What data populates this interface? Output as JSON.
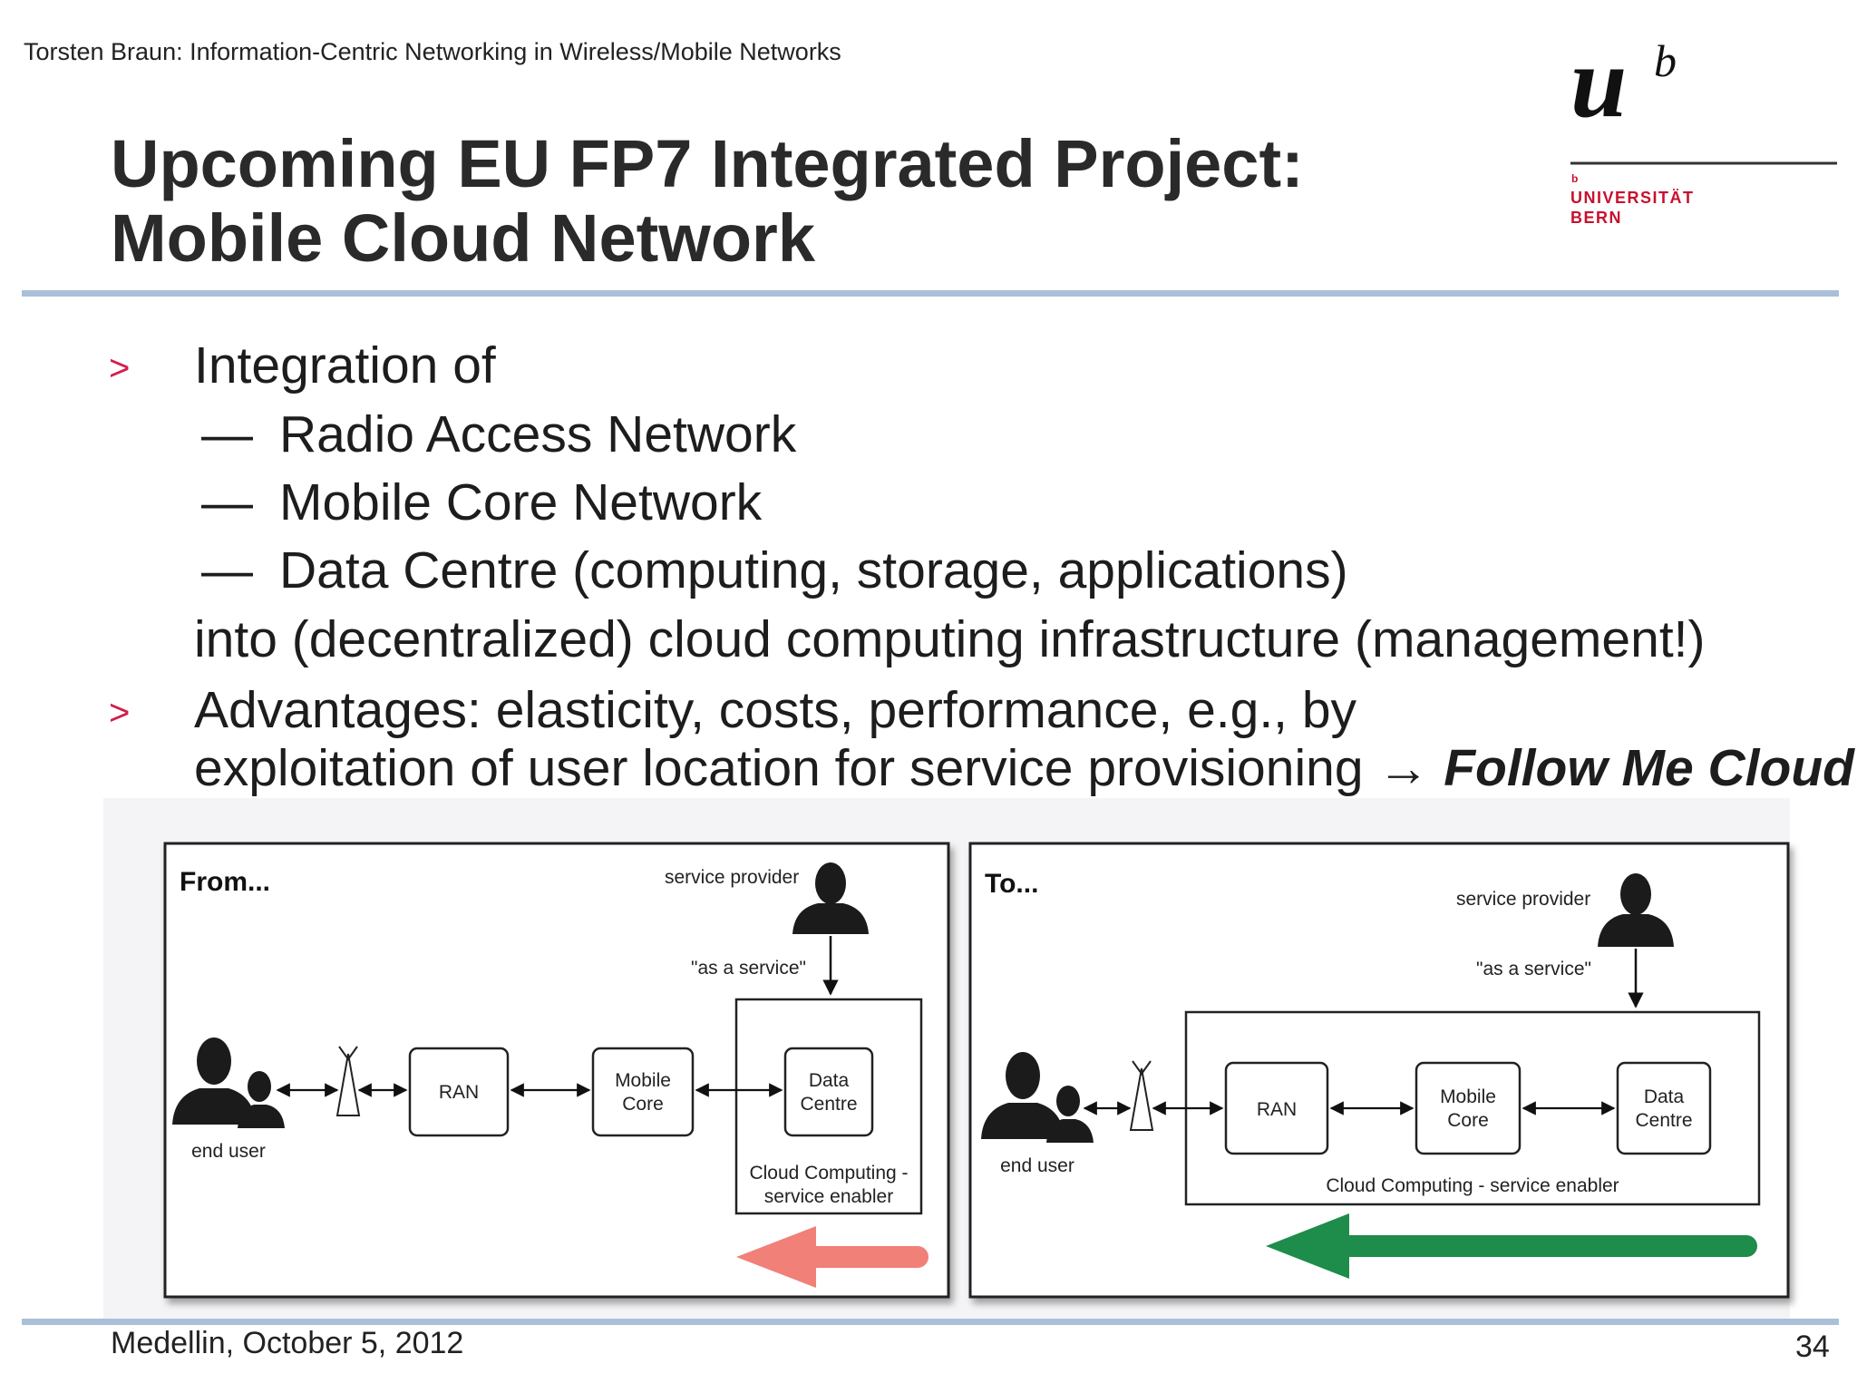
{
  "header": {
    "author_line": "Torsten Braun: Information-Centric Networking in Wireless/Mobile Networks"
  },
  "logo": {
    "letters": "u",
    "superscript": "b",
    "tiny_b": "b",
    "university": "UNIVERSITÄT",
    "city": "BERN",
    "accent_color": "#c8102e"
  },
  "title": {
    "line1": "Upcoming EU FP7 Integrated Project:",
    "line2": "Mobile Cloud Network"
  },
  "bullets": {
    "marker": ">",
    "dash": "—",
    "item1": "Integration of",
    "sub1": "Radio Access Network",
    "sub2": "Mobile Core Network",
    "sub3": "Data Centre (computing, storage, applications)",
    "continuation": "into (decentralized) cloud computing infrastructure (management!)",
    "item2_line1": "Advantages: elasticity, costs, performance, e.g., by",
    "item2_line2_prefix": "exploitation of user location for service provisioning → ",
    "item2_line2_emph": "Follow Me Cloud"
  },
  "diagram_from": {
    "heading": "From...",
    "service_provider": "service provider",
    "as_a_service": "\"as a service\"",
    "end_user": "end user",
    "ran": "RAN",
    "mobile": "Mobile",
    "core": "Core",
    "data": "Data",
    "centre": "Centre",
    "cloud_line1": "Cloud Computing -",
    "cloud_line2": "service enabler",
    "arrow_color": "#f08078"
  },
  "diagram_to": {
    "heading": "To...",
    "service_provider": "service provider",
    "as_a_service": "\"as a service\"",
    "end_user": "end user",
    "ran": "RAN",
    "mobile": "Mobile",
    "core": "Core",
    "data": "Data",
    "centre": "Centre",
    "cloud": "Cloud Computing - service enabler",
    "arrow_color": "#1e8c4a"
  },
  "footer": {
    "place_date": "Medellin, October 5, 2012",
    "page_number": "34"
  }
}
